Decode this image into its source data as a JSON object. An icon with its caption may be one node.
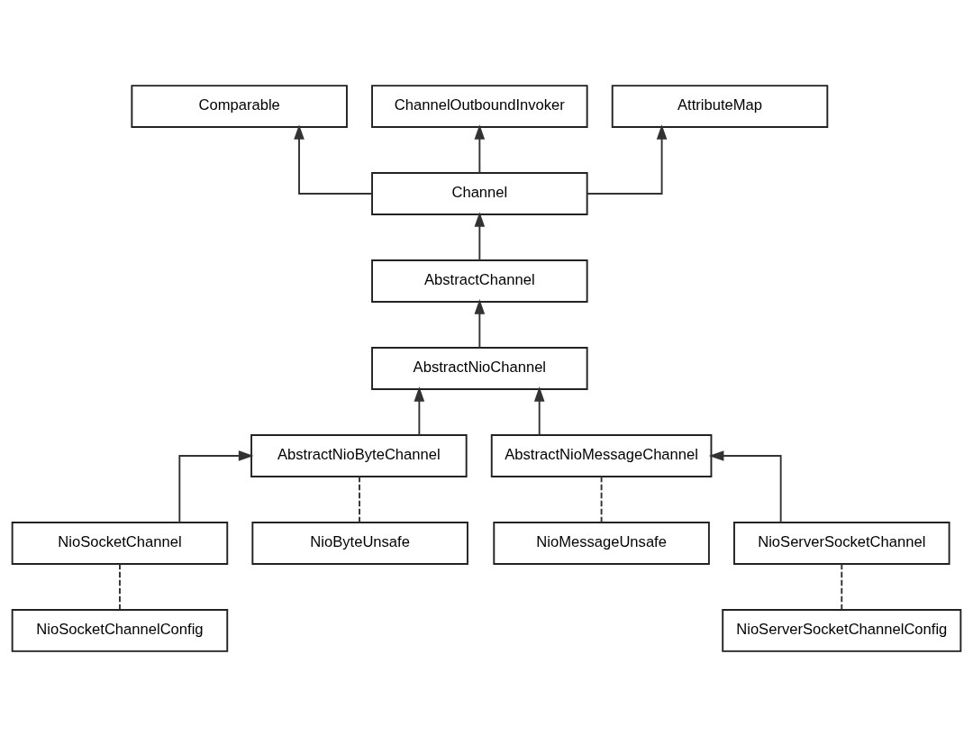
{
  "diagram": {
    "nodes": [
      {
        "text": [
          "Comparable"
        ]
      },
      {
        "text": [
          "ChannelOutboundInvoker"
        ]
      },
      {
        "text": [
          "AttributeMap"
        ]
      },
      {
        "text": [
          "Channel"
        ]
      },
      {
        "text": [
          "AbstractChannel"
        ]
      },
      {
        "text": [
          "AbstractNioChannel"
        ]
      },
      {
        "text": [
          "AbstractNioByteChannel"
        ]
      },
      {
        "text": [
          "AbstractNioMessageChannel"
        ]
      },
      {
        "text": [
          "NioSocketChannel"
        ]
      },
      {
        "text": [
          "NioByteUnsafe"
        ]
      },
      {
        "text": [
          "NioMessageUnsafe"
        ]
      },
      {
        "text": [
          "NioServerSocketChannel"
        ]
      },
      {
        "text": [
          "NioSocketChannelConfig"
        ]
      },
      {
        "text": [
          "NioServerSocketChannelConfig"
        ]
      }
    ],
    "edges": [
      {
        "from": 3,
        "to": 0,
        "arrow": "to"
      },
      {
        "from": 3,
        "to": 1,
        "arrow": "to"
      },
      {
        "from": 3,
        "to": 2,
        "arrow": "to"
      },
      {
        "from": 4,
        "to": 3,
        "arrow": "to"
      },
      {
        "from": 5,
        "to": 4,
        "arrow": "to"
      },
      {
        "from": 6,
        "to": 5,
        "arrow": "to"
      },
      {
        "from": 7,
        "to": 5,
        "arrow": "to"
      },
      {
        "from": 8,
        "to": 6,
        "arrow": "to"
      },
      {
        "from": 6,
        "to": 9,
        "arrow": "none",
        "style": "dashed"
      },
      {
        "from": 7,
        "to": 10,
        "arrow": "none",
        "style": "dashed"
      },
      {
        "from": 11,
        "to": 7,
        "arrow": "to"
      },
      {
        "from": 8,
        "to": 12,
        "arrow": "none",
        "style": "dashed"
      },
      {
        "from": 11,
        "to": 13,
        "arrow": "none",
        "style": "dashed"
      }
    ]
  }
}
